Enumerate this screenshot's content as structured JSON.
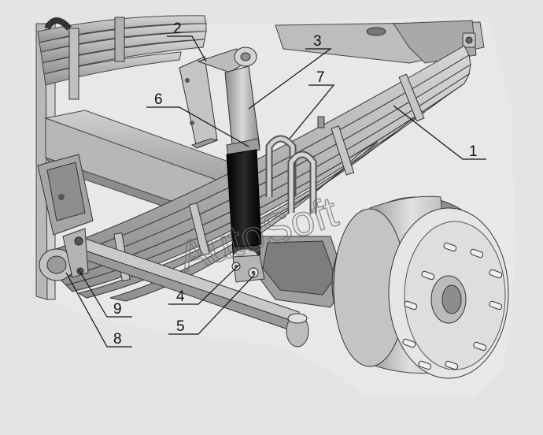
{
  "callouts": [
    {
      "id": "1",
      "label": "1"
    },
    {
      "id": "2",
      "label": "2"
    },
    {
      "id": "3",
      "label": "3"
    },
    {
      "id": "4",
      "label": "4"
    },
    {
      "id": "5",
      "label": "5"
    },
    {
      "id": "6",
      "label": "6"
    },
    {
      "id": "7",
      "label": "7"
    },
    {
      "id": "8",
      "label": "8"
    },
    {
      "id": "9",
      "label": "9"
    }
  ],
  "watermark": "AutoSoft",
  "colors": {
    "background": "#e4e4e4",
    "metal_light": "#c8c8c8",
    "metal_mid": "#a8a8a8",
    "metal_dark": "#6e6e6e",
    "shock_body": "#0d0d0d",
    "ink": "#111111"
  }
}
